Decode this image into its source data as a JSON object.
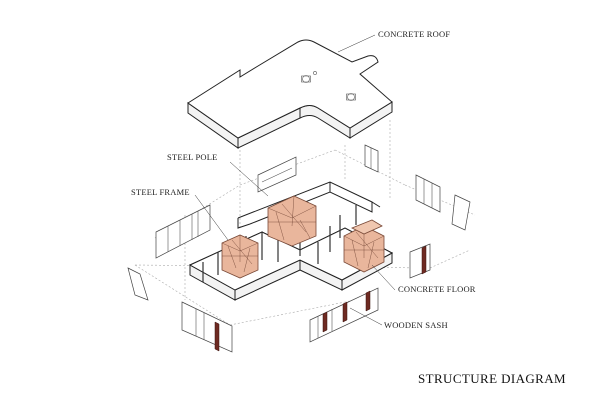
{
  "labels": {
    "concrete_roof": "CONCRETE ROOF",
    "steel_pole": "STEEL POLE",
    "steel_frame": "STEEL FRAME",
    "concrete_floor": "CONCRETE FLOOR",
    "wooden_sash": "WOODEN SASH"
  },
  "title": "STRUCTURE DIAGRAM",
  "colors": {
    "box_fill": "#e9b69c",
    "wood": "#6e2a22",
    "line": "#222222"
  }
}
